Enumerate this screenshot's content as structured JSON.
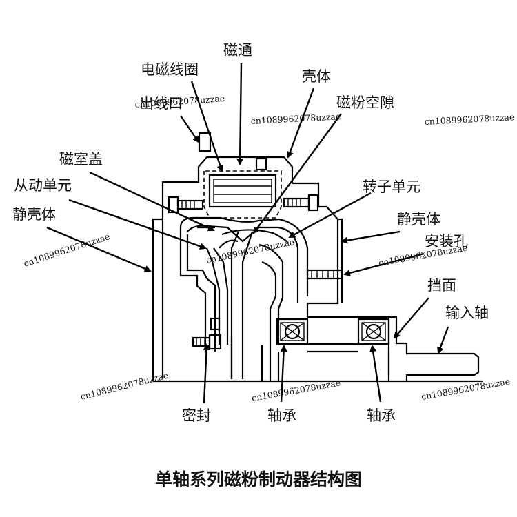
{
  "labels": {
    "flux": "磁通",
    "coil": "电磁线圈",
    "housing": "壳体",
    "outlet": "出线口",
    "powder_gap": "磁粉空隙",
    "chamber_cover": "磁室盖",
    "driven_unit": "从动单元",
    "static_housing_left": "静壳体",
    "rotor_unit": "转子单元",
    "static_housing_right": "静壳体",
    "mount_hole": "安装孔",
    "stop_face": "挡面",
    "input_shaft": "输入轴",
    "seal": "密封",
    "bearing_left": "轴承",
    "bearing_right": "轴承"
  },
  "watermark": "cn1089962078uzzae",
  "title": "单轴系列磁粉制动器结构图"
}
